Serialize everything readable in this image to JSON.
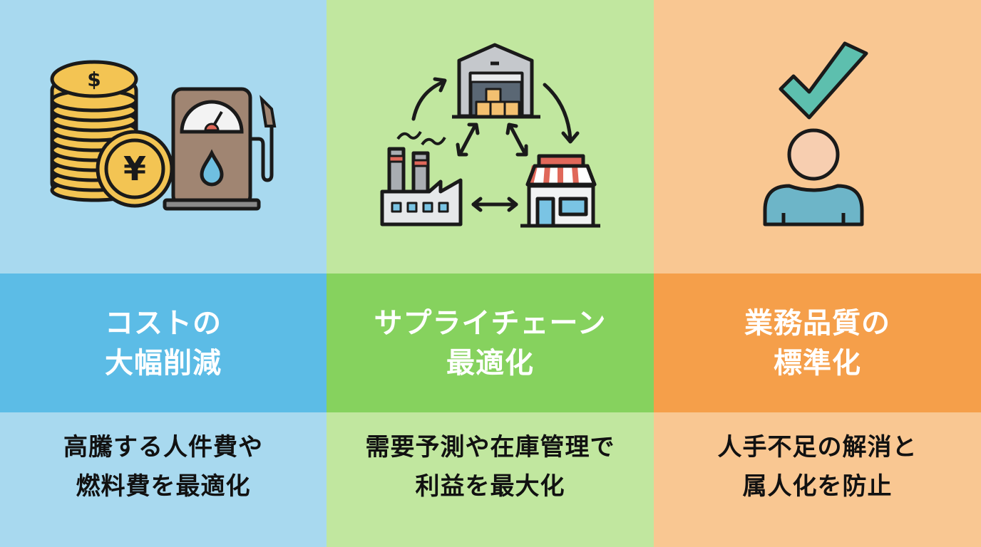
{
  "colors": {
    "col0": {
      "light": "#a8d9ef",
      "band": "#5cbce6"
    },
    "col1": {
      "light": "#c1e79f",
      "band": "#86d25e"
    },
    "col2": {
      "light": "#f9c792",
      "band": "#f59f4a"
    }
  },
  "columns": [
    {
      "icon": "coins-and-fuel-pump-icon",
      "title_lines": [
        "コストの",
        "大幅削減"
      ],
      "desc_lines": [
        "高騰する人件費や",
        "燃料費を最適化"
      ]
    },
    {
      "icon": "supply-chain-cycle-icon",
      "title_lines": [
        "サプライチェーン",
        "最適化"
      ],
      "desc_lines": [
        "需要予測や在庫管理で",
        "利益を最大化"
      ]
    },
    {
      "icon": "person-checkmark-icon",
      "title_lines": [
        "業務品質の",
        "標準化"
      ],
      "desc_lines": [
        "人手不足の解消と",
        "属人化を防止"
      ]
    }
  ],
  "icon_labels": {
    "dollar": "$",
    "yen": "¥"
  }
}
